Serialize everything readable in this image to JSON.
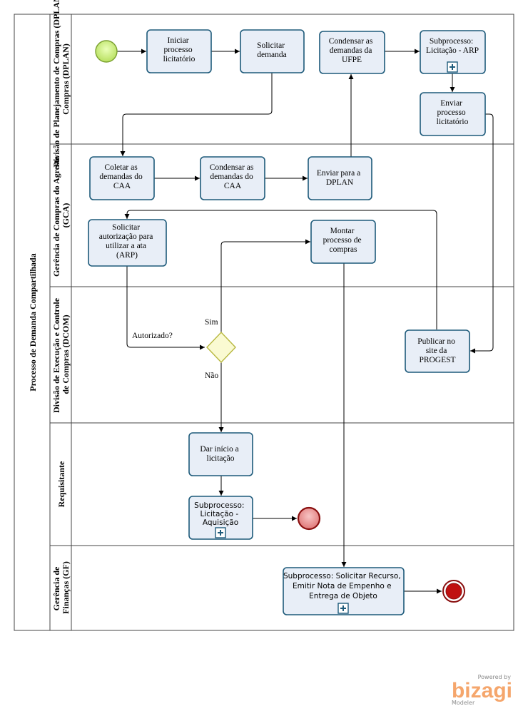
{
  "pool": {
    "title": "Processo de Demanda Compartilhada"
  },
  "lanes": {
    "dplan": "Divisão de Planejamento de Compras (DPLAN)",
    "gca_line1": "Gerência de Compras do Agreste",
    "gca_line2": "(GCA)",
    "dcom_line1": "Divisão de Execução e Controle",
    "dcom_line2": "de Compras (DCOM)",
    "requisitante": "Requisitante",
    "gf_line1": "Gerência de",
    "gf_line2": "Finanças (GF)"
  },
  "tasks": {
    "iniciar": [
      "Iniciar",
      "processo",
      "licitatório"
    ],
    "solicitar_demanda": [
      "Solicitar",
      "demanda"
    ],
    "condensar_ufpe": [
      "Condensar as",
      "demandas da",
      "UFPE"
    ],
    "sub_licitacao_arp": [
      "Subprocesso:",
      "Licitação - ARP"
    ],
    "enviar_processo": [
      "Enviar",
      "processo",
      "licitatório"
    ],
    "coletar": [
      "Coletar as",
      "demandas do",
      "CAA"
    ],
    "condensar_caa": [
      "Condensar as",
      "demandas do",
      "CAA"
    ],
    "enviar_dplan": [
      "Enviar para a",
      "DPLAN"
    ],
    "solicitar_autorizacao": [
      "Solicitar",
      "autorização para",
      "utilizar a ata",
      "(ARP)"
    ],
    "montar": [
      "Montar",
      "processo de",
      "compras"
    ],
    "publicar": [
      "Publicar no",
      "site da",
      "PROGEST"
    ],
    "dar_inicio": [
      "Dar início a",
      "licitação"
    ],
    "sub_aquisicao": [
      "Subprocesso:",
      "Licitação -",
      "Aquisição"
    ],
    "sub_recurso": [
      "Subprocesso: Solicitar Recurso,",
      "Emitir Nota de Empenho e",
      "Entrega de Objeto"
    ]
  },
  "flow_labels": {
    "autorizado": "Autorizado?",
    "sim": "Sim",
    "nao": "Não"
  },
  "branding": {
    "powered_by": "Powered by",
    "name": "bizagi",
    "product": "Modeler"
  },
  "colors": {
    "task_fill": "#e8eef7",
    "task_border": "#1d5a7a",
    "start_fill": "#c8f07a",
    "end_fill": "#e88a8a",
    "gateway_fill": "#fafad2",
    "brand": "#f5a66c"
  }
}
